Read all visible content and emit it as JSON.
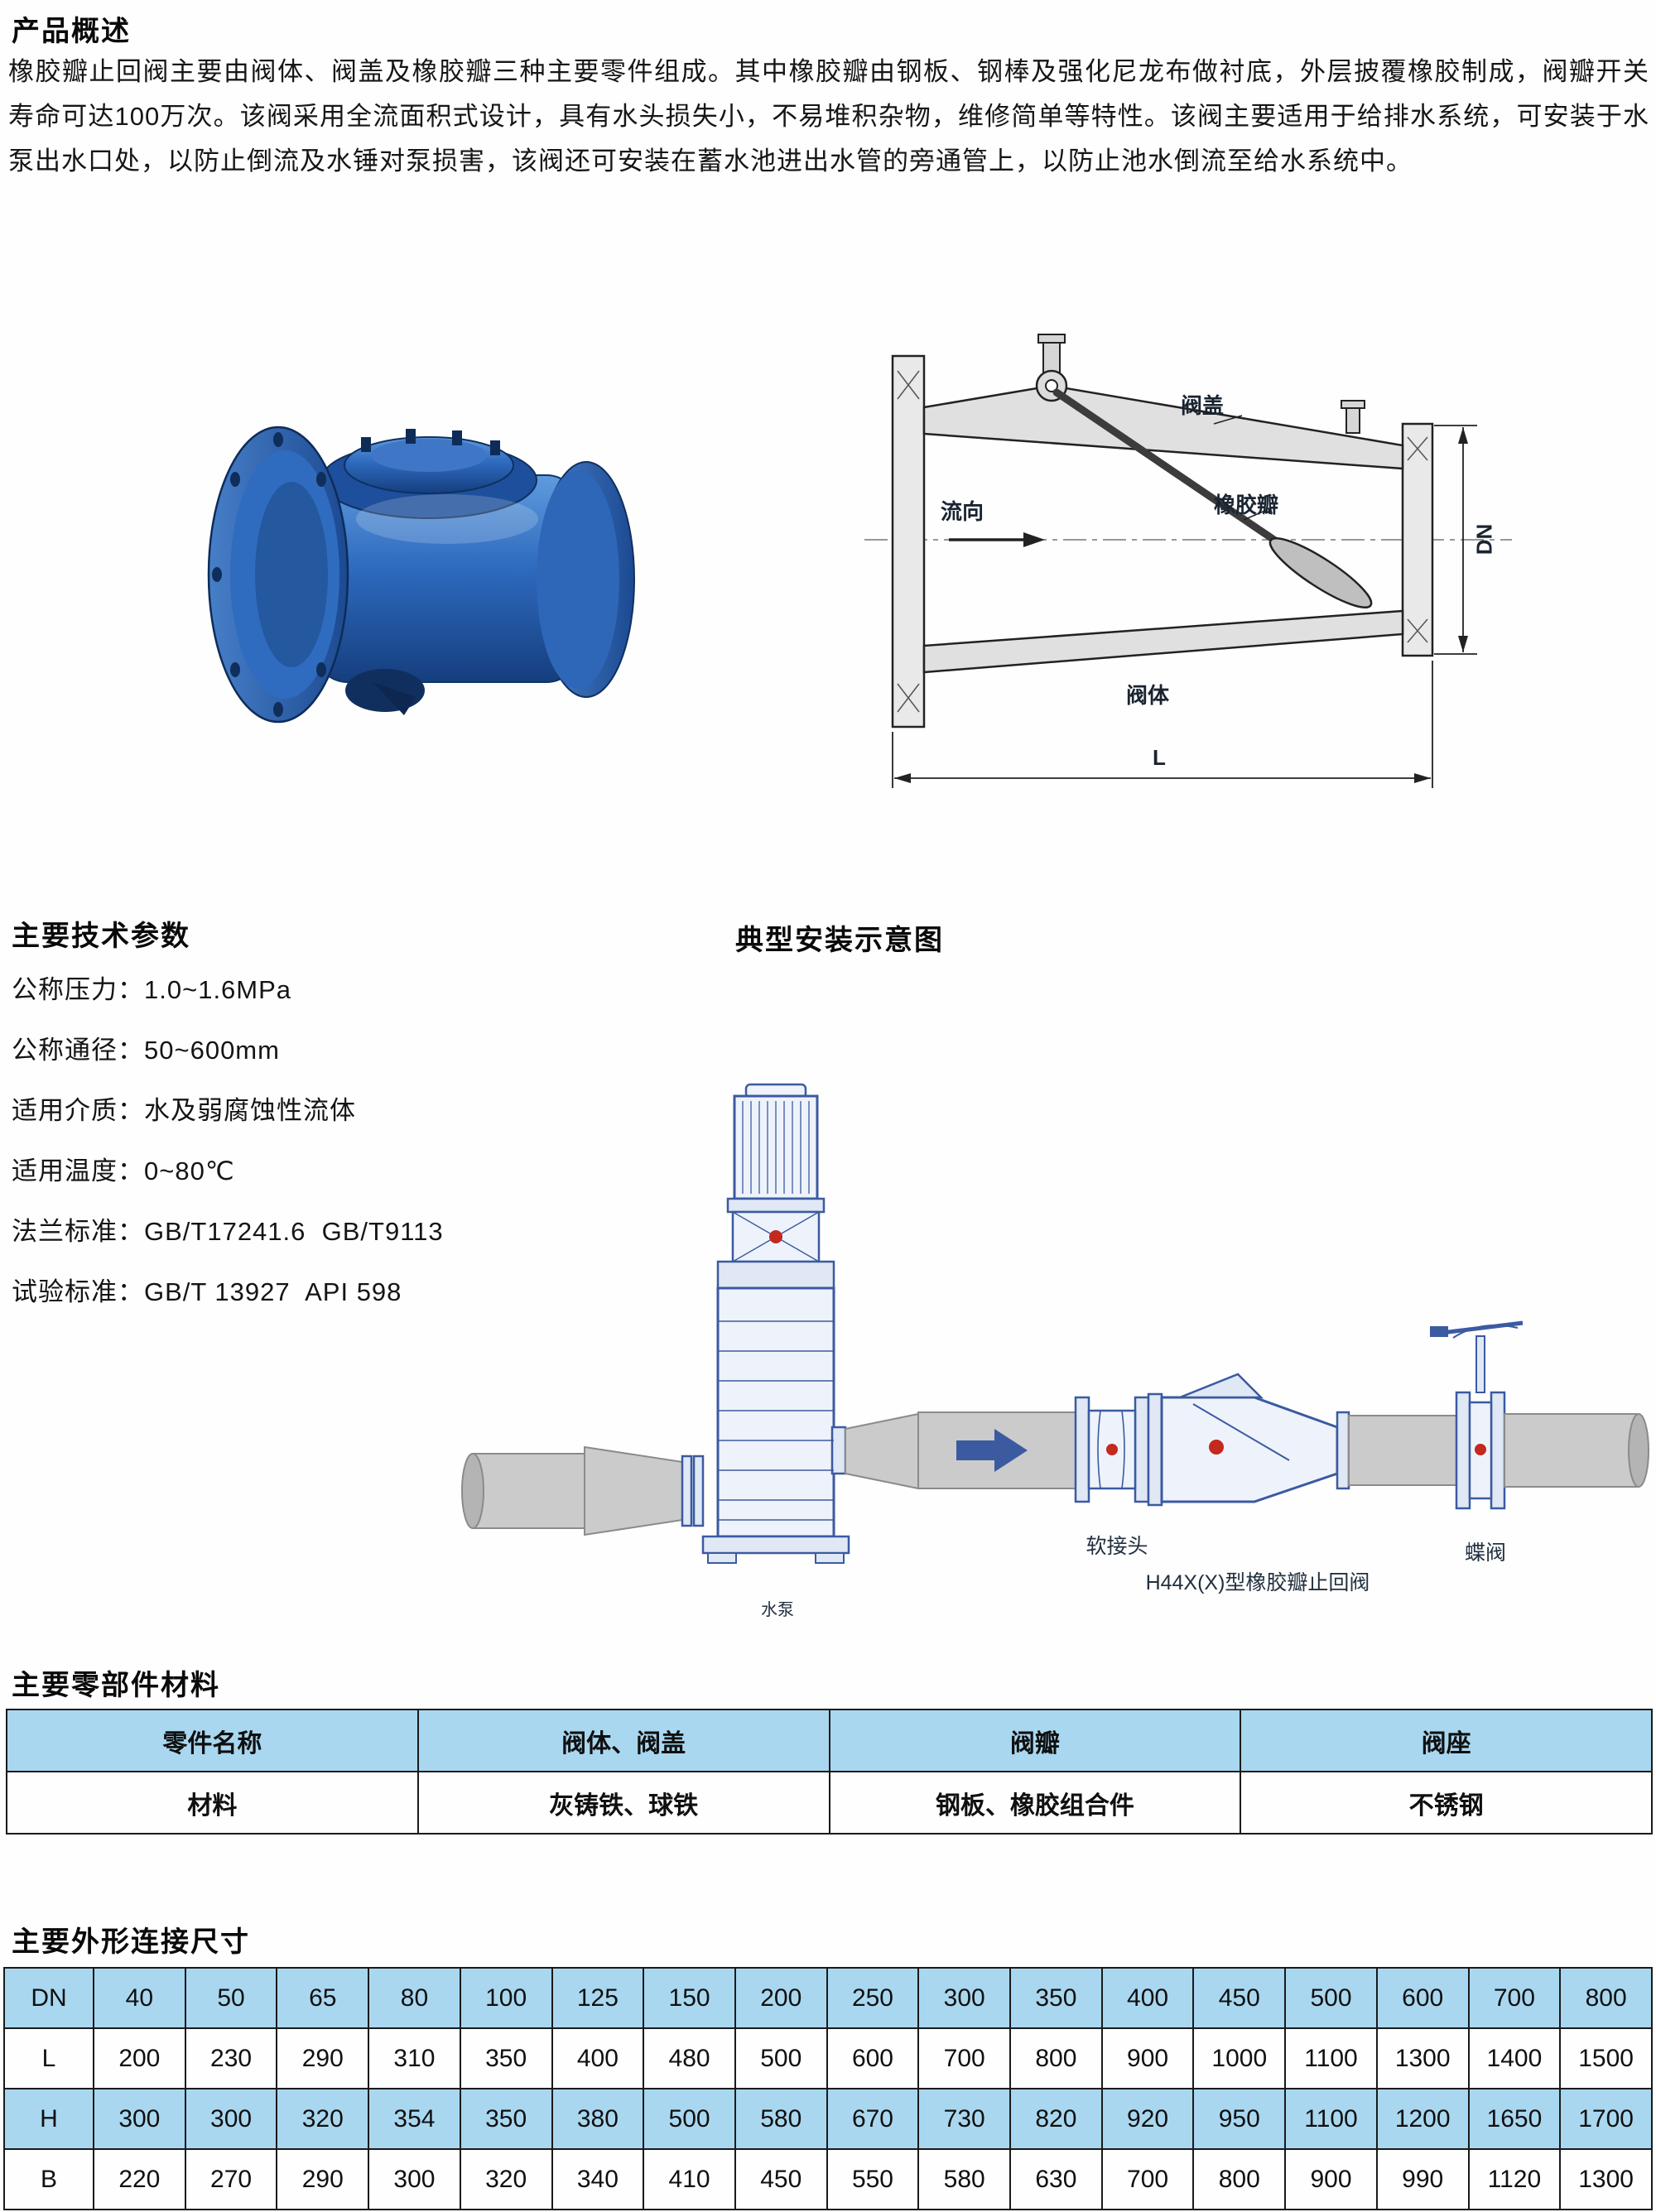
{
  "colors": {
    "table_header_blue": "#a9d7f0",
    "valve_blue": "#2e6abe",
    "diagram_line_blue": "#3b5aa0",
    "red_dot": "#c4281e",
    "pipe_gray": "#cbcbcb"
  },
  "overview": {
    "heading": "产品概述",
    "body": "橡胶瓣止回阀主要由阀体、阀盖及橡胶瓣三种主要零件组成。其中橡胶瓣由钢板、钢棒及强化尼龙布做衬底，外层披覆橡胶制成，阀瓣开关寿命可达100万次。该阀采用全流面积式设计，具有水头损失小，不易堆积杂物，维修简单等特性。该阀主要适用于给排水系统，可安装于水泵出水口处，以防止倒流及水锤对泵损害，该阀还可安装在蓄水池进出水管的旁通管上，以防止池水倒流至给水系统中。"
  },
  "section_diagram": {
    "labels": {
      "cover": "阀盖",
      "flap": "橡胶瓣",
      "body": "阀体",
      "flow": "流向",
      "dn": "DN",
      "length": "L"
    }
  },
  "tech_params": {
    "heading": "主要技术参数",
    "items": [
      {
        "label": "公称压力：",
        "value": "1.0~1.6MPa"
      },
      {
        "label": "公称通径：",
        "value": "50~600mm"
      },
      {
        "label": "适用介质：",
        "value": "水及弱腐蚀性流体"
      },
      {
        "label": "适用温度：",
        "value": "0~80℃"
      },
      {
        "label": "法兰标准：",
        "value": "GB/T17241.6  GB/T9113"
      },
      {
        "label": "试验标准：",
        "value": "GB/T 13927  API 598"
      }
    ]
  },
  "installation": {
    "heading": "典型安装示意图",
    "labels": {
      "flex_joint": "软接头",
      "check_valve": "H44X(X)型橡胶瓣止回阀",
      "butterfly_valve": "蝶阀",
      "pump": "水泵"
    }
  },
  "materials": {
    "heading": "主要零部件材料",
    "table": {
      "header": [
        "零件名称",
        "阀体、阀盖",
        "阀瓣",
        "阀座"
      ],
      "rows": [
        [
          "材料",
          "灰铸铁、球铁",
          "钢板、橡胶组合件",
          "不锈钢"
        ]
      ]
    }
  },
  "dimensions": {
    "heading": "主要外形连接尺寸",
    "table": {
      "rows": [
        {
          "label": "DN",
          "values": [
            "40",
            "50",
            "65",
            "80",
            "100",
            "125",
            "150",
            "200",
            "250",
            "300",
            "350",
            "400",
            "450",
            "500",
            "600",
            "700",
            "800"
          ]
        },
        {
          "label": "L",
          "values": [
            "200",
            "230",
            "290",
            "310",
            "350",
            "400",
            "480",
            "500",
            "600",
            "700",
            "800",
            "900",
            "1000",
            "1100",
            "1300",
            "1400",
            "1500"
          ]
        },
        {
          "label": "H",
          "values": [
            "300",
            "300",
            "320",
            "354",
            "350",
            "380",
            "500",
            "580",
            "670",
            "730",
            "820",
            "920",
            "950",
            "1100",
            "1200",
            "1650",
            "1700"
          ]
        },
        {
          "label": "B",
          "values": [
            "220",
            "270",
            "290",
            "300",
            "320",
            "340",
            "410",
            "450",
            "550",
            "580",
            "630",
            "700",
            "800",
            "900",
            "990",
            "1120",
            "1300"
          ]
        }
      ]
    }
  }
}
